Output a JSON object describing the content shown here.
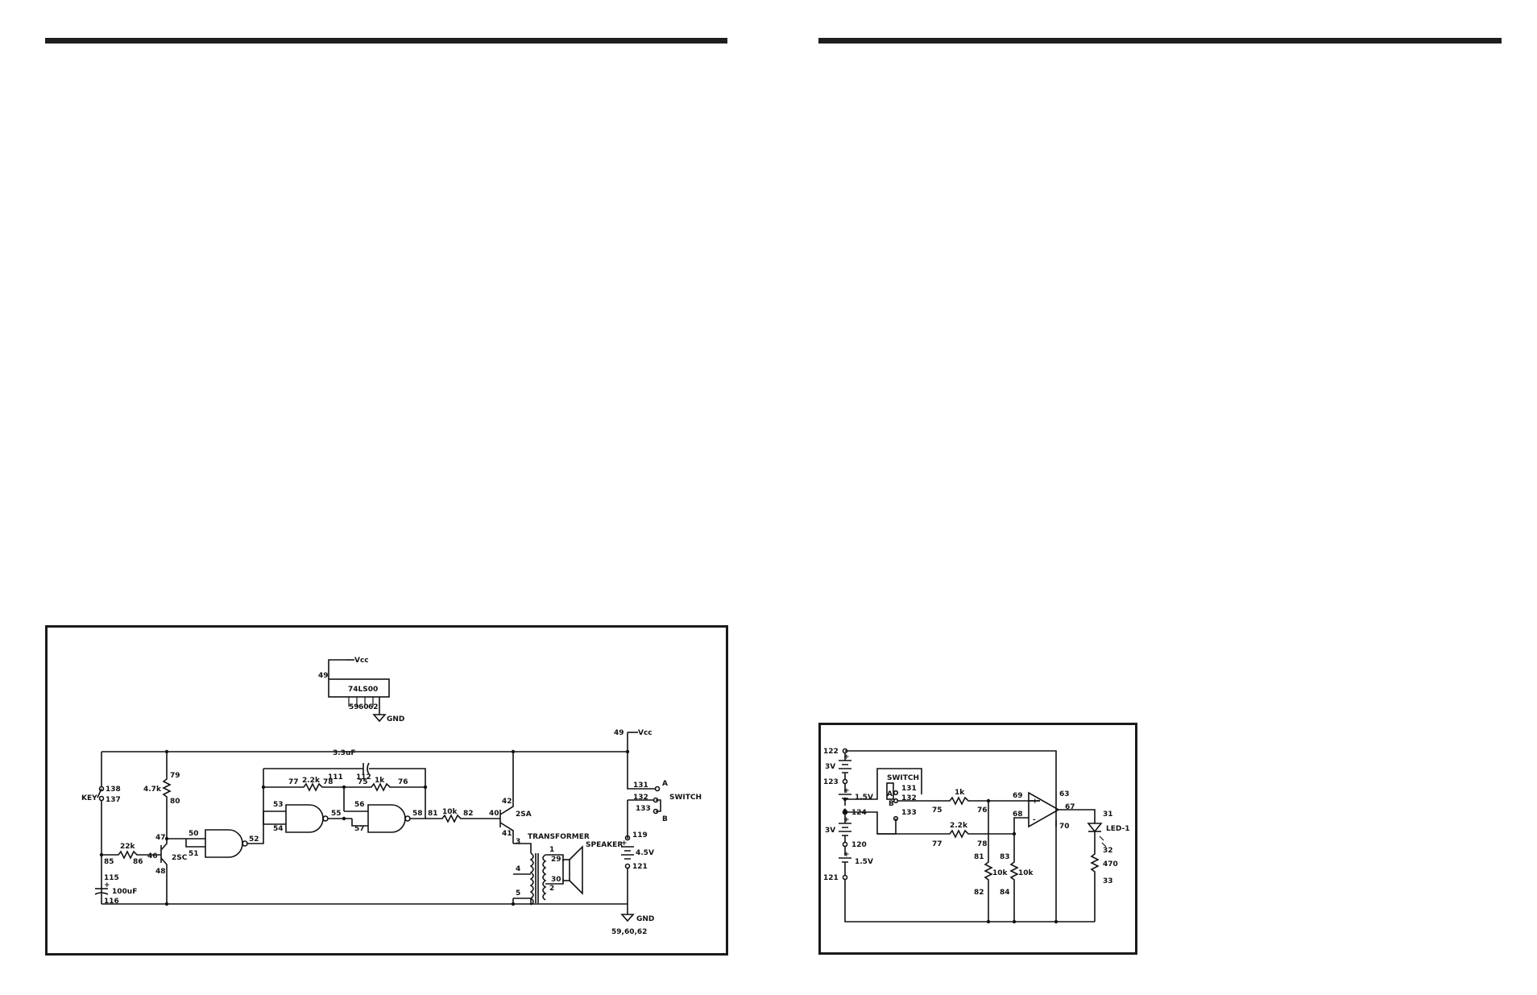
{
  "circuit1": {
    "ic_label": "74LS00",
    "vcc": "Vcc",
    "gnd": "GND",
    "pins": {
      "p49a": "49",
      "p59": "59",
      "p60": "60",
      "p62": "62",
      "p49b": "49",
      "p138": "138",
      "p137": "137",
      "p79": "79",
      "p80": "80",
      "p111": "111",
      "p112": "112",
      "p77": "77",
      "p78": "78",
      "p75": "75",
      "p76": "76",
      "p53": "53",
      "p54": "54",
      "p55": "55",
      "p56": "56",
      "p57": "57",
      "p58": "58",
      "p50": "50",
      "p51": "51",
      "p52": "52",
      "p81": "81",
      "p82": "82",
      "p40": "40",
      "p41": "41",
      "p42": "42",
      "p47": "47",
      "p46": "46",
      "p48": "48",
      "p85": "85",
      "p86": "86",
      "p115": "115",
      "p116": "116",
      "p3": "3",
      "p4": "4",
      "p5": "5",
      "p1": "1",
      "p29": "29",
      "p2": "2",
      "p30": "30",
      "p131": "131",
      "p132": "132",
      "p133": "133",
      "p119": "119",
      "p121": "121",
      "gnd_pins": "59,60,62"
    },
    "labels": {
      "cap_33": "3.3uF",
      "r22k_a": "2.2k",
      "r1k": "1k",
      "r10k": "10k",
      "r47k": "4.7k",
      "r22k": "22k",
      "cap100": "100uF",
      "key": "KEY",
      "t2sa": "2SA",
      "t2sc": "2SC",
      "transformer": "TRANSFORMER",
      "speaker": "SPEAKER",
      "switch": "SWITCH",
      "sw_a": "A",
      "sw_b": "B",
      "batt": "4.5V",
      "plus": "+"
    }
  },
  "circuit2": {
    "pins": {
      "p122": "122",
      "p123": "123",
      "p124": "124",
      "p120": "120",
      "p121": "121",
      "p131": "131",
      "p132": "132",
      "p133": "133",
      "p75": "75",
      "p76": "76",
      "p77": "77",
      "p78": "78",
      "p69": "69",
      "p68": "68",
      "p63": "63",
      "p67": "67",
      "p70": "70",
      "p81": "81",
      "p82": "82",
      "p83": "83",
      "p84": "84",
      "p31": "31",
      "p32": "32",
      "p33": "33"
    },
    "labels": {
      "v3a": "3V",
      "v15a": "1.5V",
      "v3b": "3V",
      "v15b": "1.5V",
      "switch": "SWITCH",
      "sw_a": "A",
      "sw_b": "B",
      "r1k": "1k",
      "r22k": "2.2k",
      "r10k_a": "10k",
      "r10k_b": "10k",
      "r470": "470",
      "led": "LED-1",
      "plus": "+",
      "minus": "-"
    }
  }
}
